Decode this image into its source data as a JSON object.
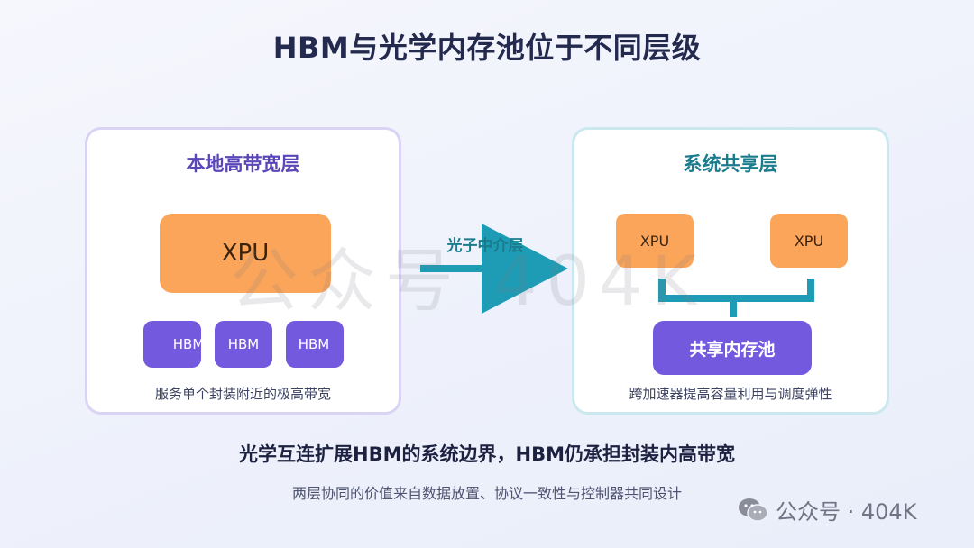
{
  "title": "HBM与光学内存池位于不同层级",
  "left_panel": {
    "title": "本地高带宽层",
    "xpu": "XPU",
    "hbm": [
      "HBM",
      "HBM",
      "HBM"
    ],
    "caption": "服务单个封装附近的极高带宽"
  },
  "arrow": {
    "label": "光子中介层"
  },
  "right_panel": {
    "title": "系统共享层",
    "xpus": [
      "XPU",
      "XPU"
    ],
    "pool": "共享内存池",
    "caption": "跨加速器提高容量利用与调度弹性"
  },
  "headline": "光学互连扩展HBM的系统边界，HBM仍承担封装内高带宽",
  "subline": "两层协同的价值来自数据放置、协议一致性与控制器共同设计",
  "watermark": "公众号 404K",
  "footer": {
    "brand": "公众号 · 404K",
    "icon": "wechat-icon"
  },
  "colors": {
    "xpu": "#fba55a",
    "hbm": "#7359dd",
    "arrow": "#1e9cb5",
    "left_border": "#d9d3f4",
    "right_border": "#cbe8ee",
    "left_title": "#5b46b8",
    "right_title": "#1a7c8c"
  }
}
